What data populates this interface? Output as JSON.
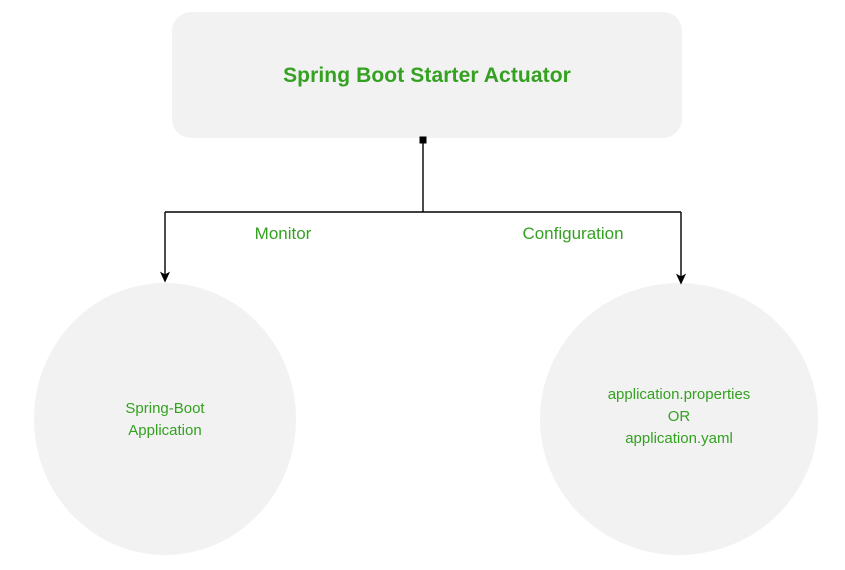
{
  "diagram": {
    "title_node": {
      "label": "Spring Boot Starter Actuator"
    },
    "edges": [
      {
        "label": "Monitor",
        "from": "Spring Boot Starter Actuator",
        "to": "Spring-Boot Application"
      },
      {
        "label": "Configuration",
        "from": "Spring Boot Starter Actuator",
        "to": "application.properties OR application.yaml"
      }
    ],
    "nodes": [
      {
        "id": "left-circle",
        "shape": "circle",
        "lines": [
          "Spring-Boot",
          "Application"
        ],
        "line1": "Spring-Boot",
        "line2": "Application"
      },
      {
        "id": "right-circle",
        "shape": "circle",
        "lines": [
          "application.properties",
          "OR",
          "application.yaml"
        ],
        "line1": "application.properties",
        "line2": "OR",
        "line3": "application.yaml"
      }
    ],
    "colors": {
      "text_green": "#34a121",
      "shape_fill": "#f2f2f2",
      "connector": "#000000",
      "background": "#ffffff"
    }
  }
}
